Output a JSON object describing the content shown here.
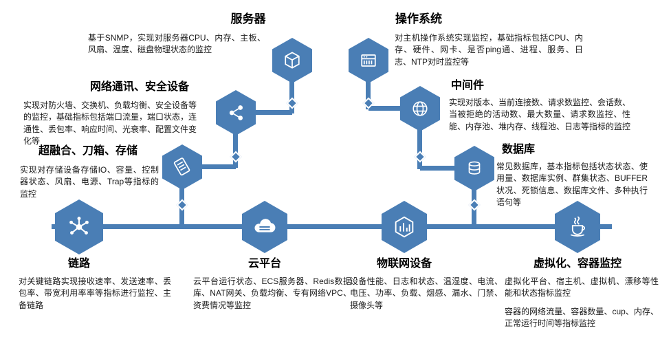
{
  "colors": {
    "accent": "#4a7eb5"
  },
  "nodes": {
    "server": {
      "title": "服务器",
      "desc": "基于SNMP，实现对服务器CPU、内存、主板、风扇、温度、磁盘物理状态的监控"
    },
    "os": {
      "title": "操作系统",
      "desc": "对主机操作系统实现监控，基础指标包括CPU、内存、硬件、网卡、是否ping通、进程、服务、日志、NTP对时监控等"
    },
    "network": {
      "title": "网络通讯、安全设备",
      "desc": "实现对防火墙、交换机、负载均衡、安全设备等的监控，基础指标包括端口流量，端口状态，连通性、丢包率、响应时间、光衰率、配置文件变化等"
    },
    "middleware": {
      "title": "中间件",
      "desc": "实现对版本、当前连接数、请求数监控、会话数、当被拒绝的活动数、最大数量、请求数监控、性能、内存池、堆内存、线程池、日志等指标的监控"
    },
    "storage": {
      "title": "超融合、刀箱、存储",
      "desc": "实现对存储设备存储IO、容量、控制器状态、风扇、电源、Trap等指标的监控"
    },
    "database": {
      "title": "数据库",
      "desc": "常见数据库，基本指标包括状态状态、使用量、数据库实例、群集状态、BUFFER状况、死锁信息、数据库文件、多种执行语句等"
    },
    "link": {
      "title": "链路",
      "desc": "对关键链路实现接收速率、发送速率、丢包率、带宽利用率率等指标进行监控、主备链路"
    },
    "cloud": {
      "title": "云平台",
      "desc": "云平台运行状态、ECS服务器、Redis数据库、NAT网关、负载均衡、专有网络VPC、资费情况等监控"
    },
    "iot": {
      "title": "物联网设备",
      "desc": "设备性能、日志和状态、温湿度、电流、电压、功率、负载、烟感、漏水、门禁、摄像头等"
    },
    "virtualization": {
      "title": "虚拟化、容器监控",
      "desc1": "虚拟化平台、宿主机、虚拟机、漂移等性能和状态指标监控",
      "desc2": "容器的网络流量、容器数量、cup、内存、正常运行时间等指标监控"
    }
  }
}
